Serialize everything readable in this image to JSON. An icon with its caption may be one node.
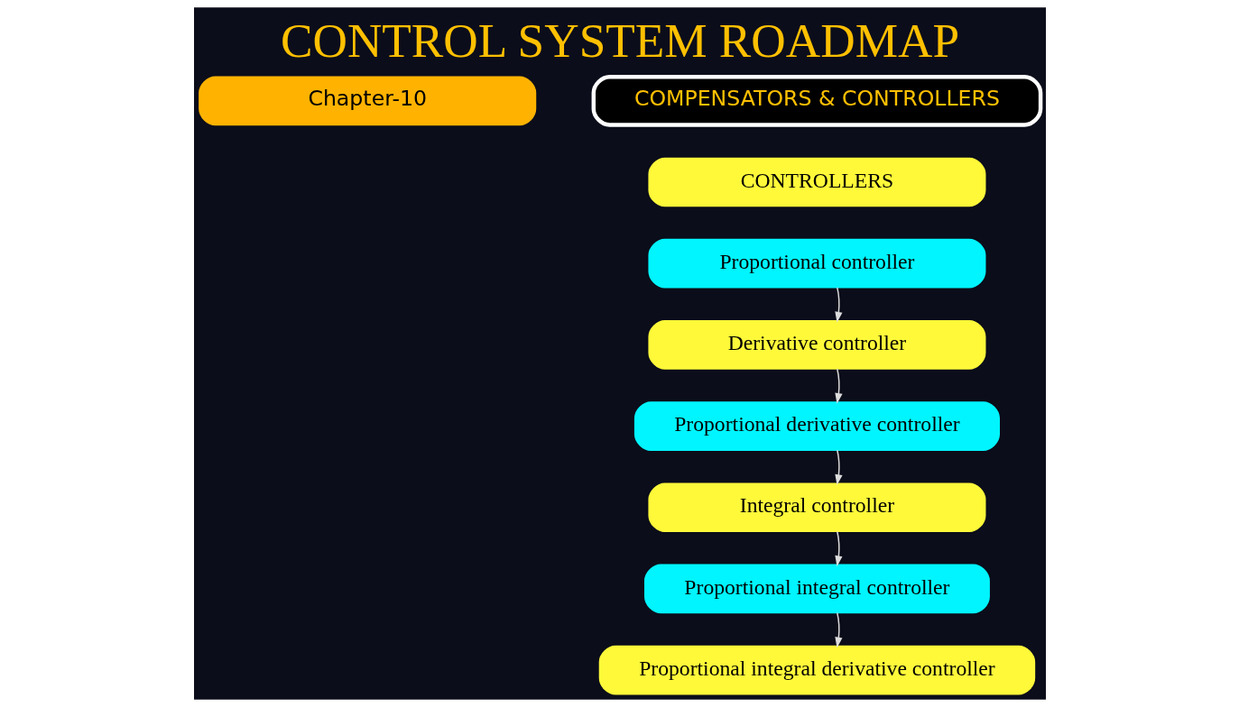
{
  "diagram": {
    "title": "CONTROL SYSTEM ROADMAP",
    "nodes": [
      {
        "text": [
          "Chapter-10"
        ]
      },
      {
        "text": [
          "COMPENSATORS & CONTROLLERS"
        ]
      },
      {
        "text": [
          "CONTROLLERS"
        ]
      },
      {
        "text": [
          "Proportional controller"
        ]
      },
      {
        "text": [
          "Derivative controller"
        ]
      },
      {
        "text": [
          "Proportional derivative controller"
        ]
      },
      {
        "text": [
          "Integral controller"
        ]
      },
      {
        "text": [
          "Proportional integral controller"
        ]
      },
      {
        "text": [
          "Proportional integral derivative controller"
        ]
      }
    ],
    "edges": [
      {
        "from": 3,
        "to": 4,
        "arrow": "to"
      },
      {
        "from": 4,
        "to": 5,
        "arrow": "to"
      },
      {
        "from": 5,
        "to": 6,
        "arrow": "to"
      },
      {
        "from": 6,
        "to": 7,
        "arrow": "to"
      },
      {
        "from": 7,
        "to": 8,
        "arrow": "to"
      }
    ]
  }
}
